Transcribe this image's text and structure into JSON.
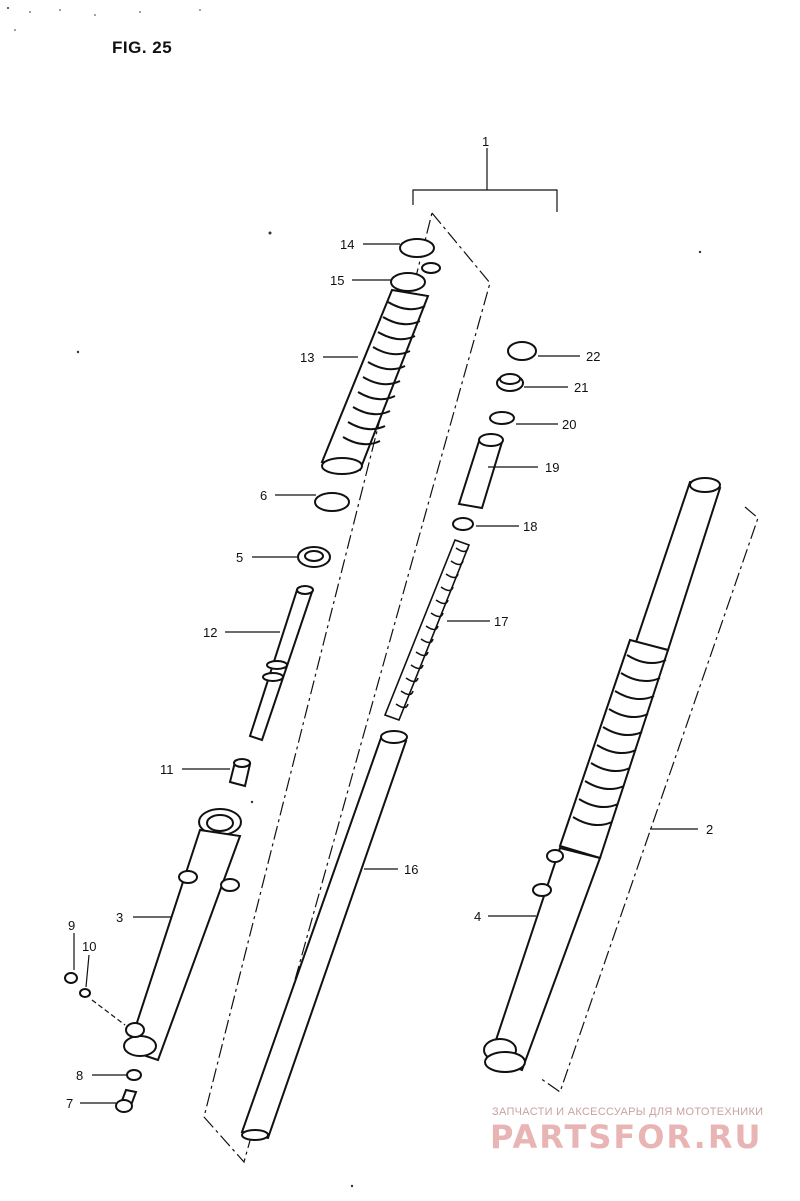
{
  "figure": {
    "title": "FIG. 25"
  },
  "callouts": {
    "c1": "1",
    "c2": "2",
    "c3": "3",
    "c4": "4",
    "c5": "5",
    "c6": "6",
    "c7": "7",
    "c8": "8",
    "c9": "9",
    "c10": "10",
    "c11": "11",
    "c12": "12",
    "c13": "13",
    "c14": "14",
    "c15": "15",
    "c16": "16",
    "c17": "17",
    "c18": "18",
    "c19": "19",
    "c20": "20",
    "c21": "21",
    "c22": "22"
  },
  "watermark": {
    "tagline": "ЗАПЧАСТИ И АКСЕССУАРЫ ДЛЯ МОТОТЕХНИКИ",
    "brand": "PARTSFOR.RU"
  },
  "colors": {
    "ink": "#111111",
    "watermark": "#e8b4b4"
  }
}
